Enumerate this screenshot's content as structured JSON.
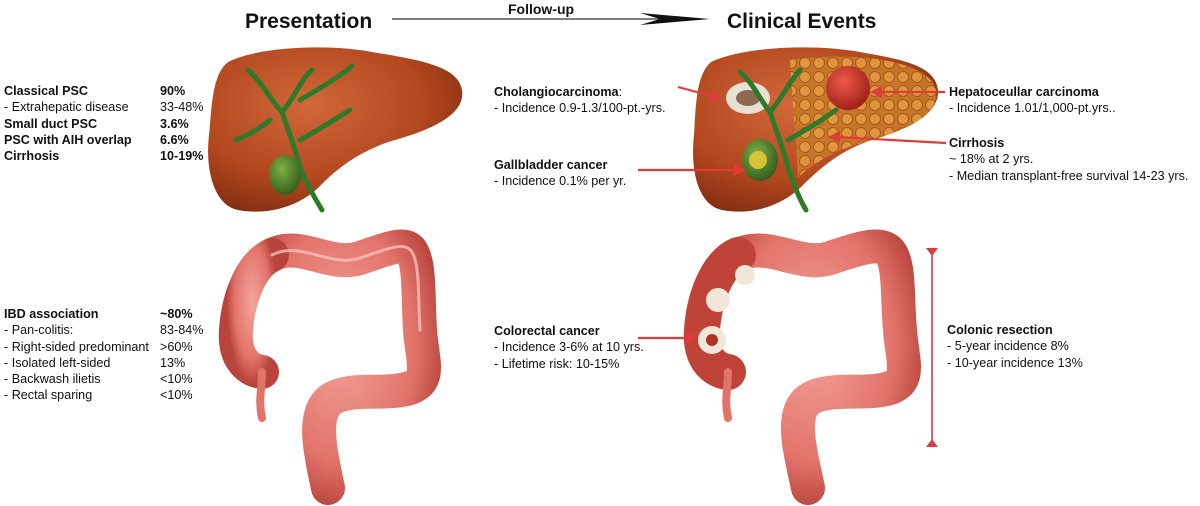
{
  "header": {
    "presentation_title": "Presentation",
    "followup_label": "Follow-up",
    "clinical_events_title": "Clinical Events"
  },
  "presentation_liver": [
    {
      "label": "Classical PSC",
      "value": "90%",
      "bold": true
    },
    {
      "label": "- Extrahepatic disease",
      "value": "33-48%",
      "bold": false
    },
    {
      "label": "Small duct PSC",
      "value": "3.6%",
      "bold": true
    },
    {
      "label": "PSC with AIH overlap",
      "value": "6.6%",
      "bold": true
    },
    {
      "label": "Cirrhosis",
      "value": "10-19%",
      "bold": true
    }
  ],
  "presentation_ibd": [
    {
      "label": "IBD association",
      "value": "~80%",
      "bold": true
    },
    {
      "label": "- Pan-colitis:",
      "value": "83-84%",
      "bold": false
    },
    {
      "label": "- Right-sided predominant",
      "value": ">60%",
      "bold": false
    },
    {
      "label": "- Isolated left-sided",
      "value": "13%",
      "bold": false
    },
    {
      "label": "- Backwash ilietis",
      "value": "<10%",
      "bold": false
    },
    {
      "label": "- Rectal sparing",
      "value": "<10%",
      "bold": false
    }
  ],
  "events": {
    "cholangiocarcinoma": {
      "title": "Cholangiocarcinoma",
      "title_suffix": ":",
      "lines": [
        "- Incidence 0.9-1.3/100-pt.-yrs."
      ]
    },
    "gallbladder_cancer": {
      "title": "Gallbladder cancer",
      "lines": [
        "- Incidence 0.1% per yr."
      ]
    },
    "hepatocellular_carcinoma": {
      "title": "Hepatoceullar carcinoma",
      "lines": [
        "- Incidence 1.01/1,000-pt.yrs.."
      ]
    },
    "cirrhosis": {
      "title": "Cirrhosis",
      "lines": [
        "~ 18% at 2 yrs.",
        "- Median transplant-free survival 14-23 yrs."
      ]
    },
    "colorectal_cancer": {
      "title": "Colorectal cancer",
      "lines": [
        "- Incidence 3-6% at 10 yrs.",
        "- Lifetime risk: 10-15%"
      ]
    },
    "colonic_resection": {
      "title": "Colonic resection",
      "lines": [
        "- 5-year incidence 8%",
        "- 10-year incidence 13%"
      ]
    }
  },
  "colors": {
    "arrow_red": "#e03a3a",
    "liver": "#b3471e",
    "colon": "#e2736a",
    "bile_duct": "#2f7a2a"
  }
}
